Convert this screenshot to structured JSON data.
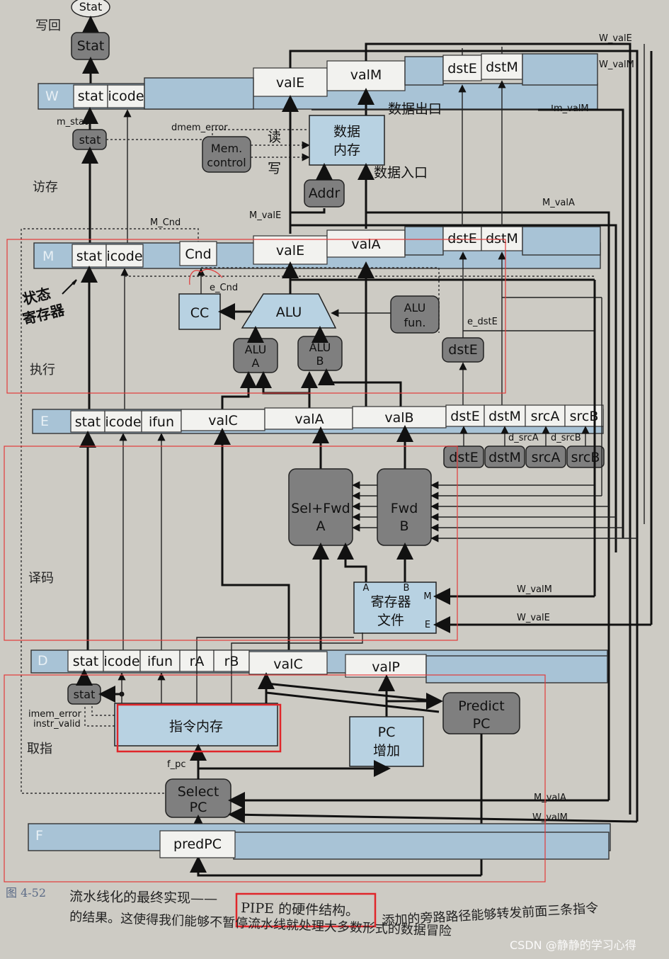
{
  "stages": {
    "writeback": "写回",
    "memory": "访存",
    "execute": "执行",
    "decode": "译码",
    "fetch": "取指"
  },
  "registers": {
    "W": {
      "name": "W",
      "fields": [
        "stat",
        "icode",
        "valE",
        "valM",
        "dstE",
        "dstM"
      ]
    },
    "M": {
      "name": "M",
      "fields": [
        "stat",
        "icode",
        "Cnd",
        "valE",
        "valA",
        "dstE",
        "dstM"
      ]
    },
    "E": {
      "name": "E",
      "fields": [
        "stat",
        "icode",
        "ifun",
        "valC",
        "valA",
        "valB",
        "dstE",
        "dstM",
        "srcA",
        "srcB"
      ]
    },
    "D": {
      "name": "D",
      "fields": [
        "stat",
        "icode",
        "ifun",
        "rA",
        "rB",
        "valC",
        "valP"
      ]
    },
    "F": {
      "name": "F",
      "fields": [
        "predPC"
      ]
    }
  },
  "blocks": {
    "stat_out": "Stat",
    "stat_w": "Stat",
    "stat_m": "stat",
    "mem_control_1": "Mem.",
    "mem_control_2": "control",
    "data_mem_1": "数据",
    "data_mem_2": "内存",
    "addr": "Addr",
    "cc": "CC",
    "alu": "ALU",
    "alu_fun_1": "ALU",
    "alu_fun_2": "fun.",
    "alu_a_1": "ALU",
    "alu_a_2": "A",
    "alu_b_1": "ALU",
    "alu_b_2": "B",
    "dstE_e": "dstE",
    "decode_outs": [
      "dstE",
      "dstM",
      "srcA",
      "srcB"
    ],
    "selfwd_1": "Sel+Fwd",
    "selfwd_2": "A",
    "fwd_1": "Fwd",
    "fwd_2": "B",
    "regfile_1": "寄存器",
    "regfile_2": "文件",
    "stat_f": "stat",
    "inst_mem": "指令内存",
    "pc_inc_1": "PC",
    "pc_inc_2": "增加",
    "predict_1": "Predict",
    "predict_2": "PC",
    "select_1": "Select",
    "select_2": "PC"
  },
  "signals": {
    "W_valE": "W_valE",
    "W_valM": "W_valM",
    "m_valM": "m_valM",
    "m_stat": "m_stat",
    "dmem_error": "dmem_error",
    "read": "读",
    "write": "写",
    "data_out": "数据出口",
    "data_in": "数据入口",
    "M_valE": "M_valE",
    "M_valA": "M_valA",
    "M_Cnd": "M_Cnd",
    "e_Cnd": "e_Cnd",
    "e_dstE": "e_dstE",
    "d_srcA": "d_srcA",
    "d_srcB": "d_srcB",
    "rf_A": "A",
    "rf_B": "B",
    "rf_M": "M",
    "rf_E": "E",
    "imem_error": "imem_error",
    "instr_valid": "instr_valid",
    "f_pc": "f_pc",
    "W_valM_rf": "W_valM",
    "W_valE_rf": "W_valE",
    "M_valA_f": "M_valA",
    "W_valM_f": "W_valM"
  },
  "annotation": {
    "handwritten_1": "状态",
    "handwritten_2": "寄存器"
  },
  "caption": {
    "figure_no": "图 4-52",
    "line1_a": "流水线化的最终实现——",
    "line1_b": "PIPE 的硬件结构。",
    "line1_c": "添加的旁路路径能够转发前面三条指令",
    "line2": "的结果。这使得我们能够不暂停流水线就处理大多数形式的数据冒险"
  },
  "watermark": "CSDN @静静的学习心得",
  "colors": {
    "register_fill": "#a8c3d6",
    "logic_gray": "#7f7f7f",
    "hw_blue": "#b8d2e2",
    "highlight_red": "#e0262a"
  }
}
